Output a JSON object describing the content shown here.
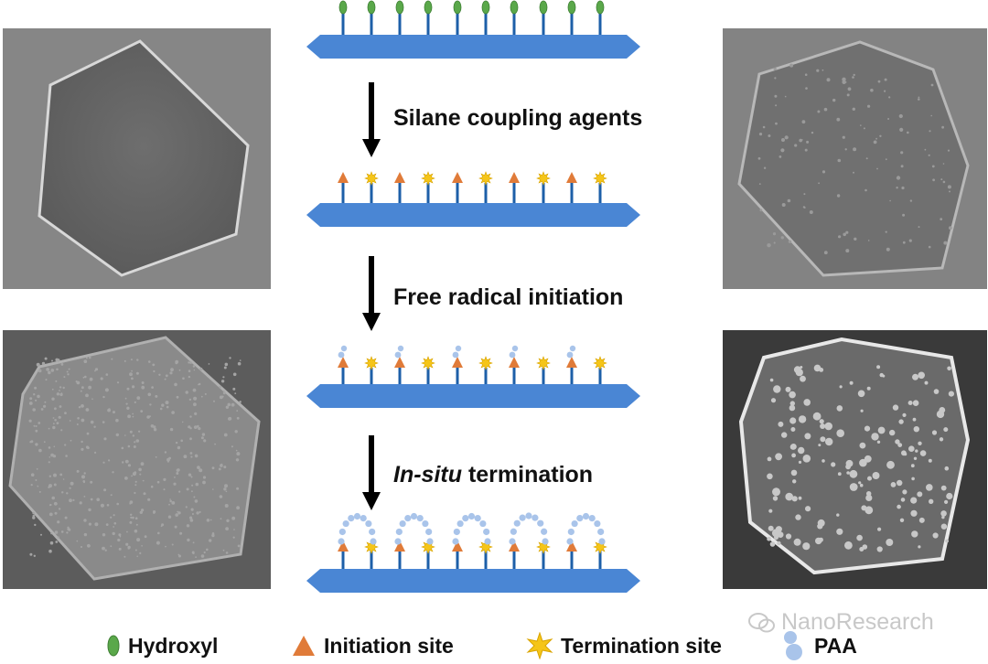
{
  "steps": {
    "step1": "Silane coupling agents",
    "step2": "Free radical initiation",
    "step3_italic": "In-situ",
    "step3_rest": " termination"
  },
  "legend": {
    "hydroxyl": "Hydroxyl",
    "initiation": "Initiation site",
    "termination": "Termination site",
    "paa": "PAA"
  },
  "watermark": "NanoResearch",
  "colors": {
    "substrate": "#4a86d4",
    "hydroxyl": "#5aa84a",
    "initiation": "#e07b39",
    "termination": "#f5c518",
    "paa": "#a9c4ea"
  }
}
